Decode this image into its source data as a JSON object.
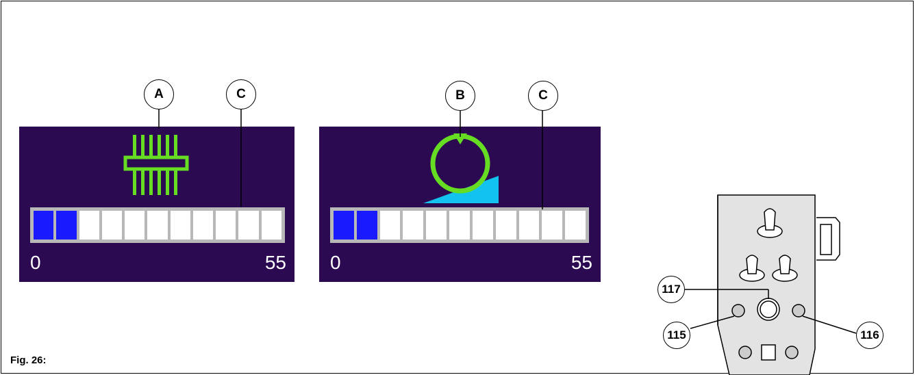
{
  "caption": "Fig. 26:",
  "callouts": {
    "a": "A",
    "b": "B",
    "c1": "C",
    "c2": "C",
    "n117": "117",
    "n115": "115",
    "n116": "116"
  },
  "display_a": {
    "icon": "reel-icon",
    "min_label": "0",
    "max_label": "55",
    "bar": {
      "segments": 11,
      "lit": 2
    }
  },
  "display_b": {
    "icon": "slope-wheel-icon",
    "min_label": "0",
    "max_label": "55",
    "bar": {
      "segments": 11,
      "lit": 2
    }
  },
  "colors": {
    "display_bg": "#2b0a52",
    "lit_segment": "#1a1aff",
    "unlit_segment": "#ffffff",
    "icon_green": "#66dd22",
    "slope_cyan": "#12c3f0"
  },
  "control_panel": {
    "icon": "joystick-control-panel"
  }
}
